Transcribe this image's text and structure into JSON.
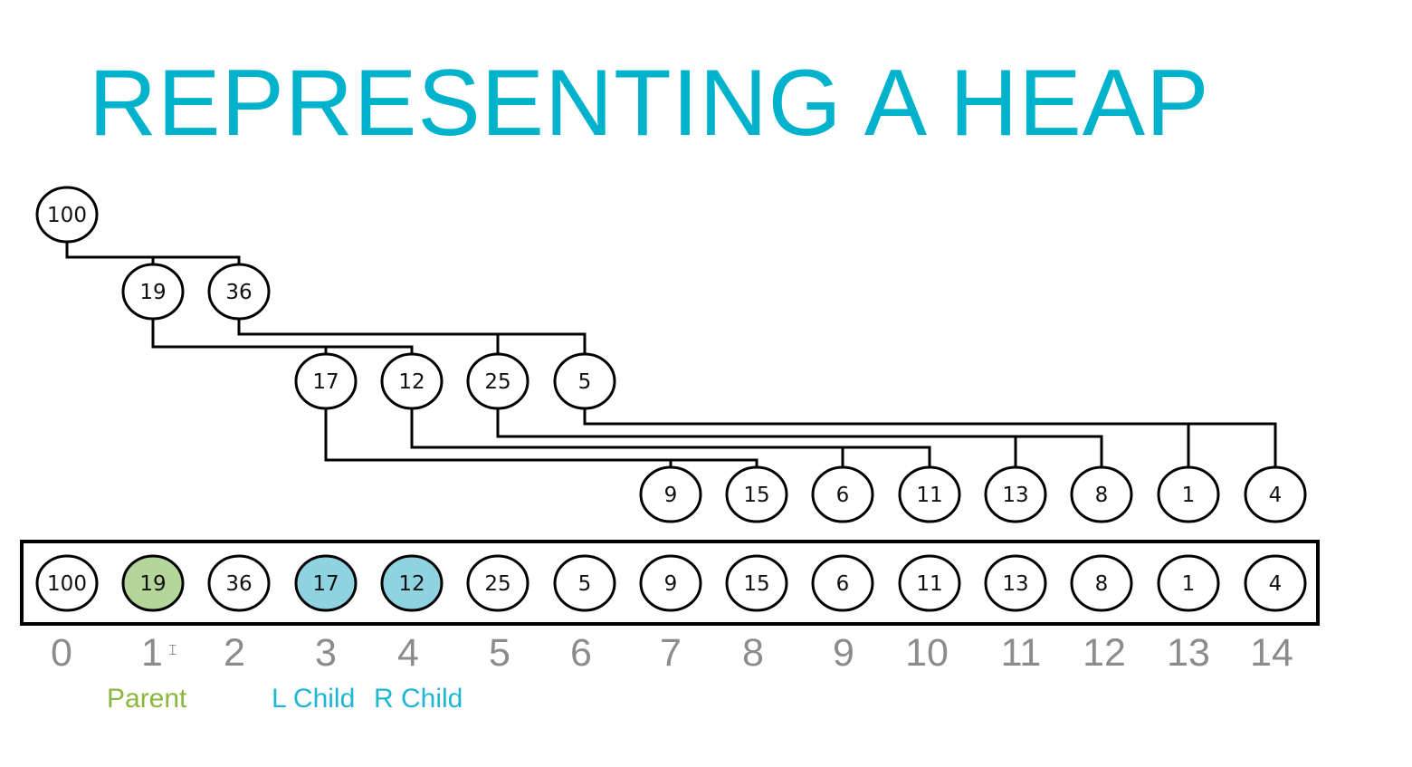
{
  "title": "REPRESENTING A HEAP",
  "colors": {
    "title": "#00b2cc",
    "parent": "#8ab83c",
    "parent_fill": "#b5d69a",
    "child": "#1fb6d4",
    "child_fill": "#8fd2e0",
    "node_fill": "#ffffff",
    "index_text": "#8c8c8c"
  },
  "heap": {
    "values": [
      "100",
      "19",
      "36",
      "17",
      "12",
      "25",
      "5",
      "9",
      "15",
      "6",
      "11",
      "13",
      "8",
      "1",
      "4"
    ],
    "indices": [
      "0",
      "1",
      "2",
      "3",
      "4",
      "5",
      "6",
      "7",
      "8",
      "9",
      "10",
      "11",
      "12",
      "13",
      "14"
    ],
    "parent_index": 1,
    "child_indices": [
      3,
      4
    ]
  },
  "legend": {
    "parent": "Parent",
    "lchild": "L Child",
    "rchild": "R Child"
  },
  "icons": {
    "cursor": "text-cursor-icon"
  }
}
